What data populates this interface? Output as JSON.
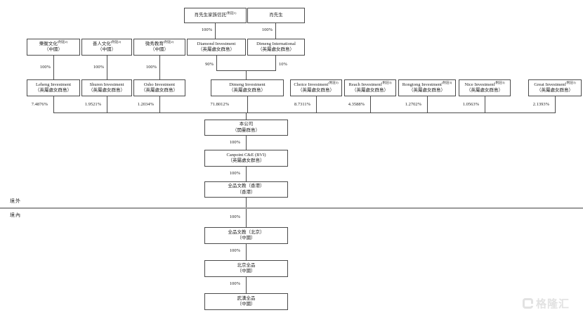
{
  "nodes": {
    "trust": {
      "l1": "肖先生家族信託",
      "sup": "(附註1)"
    },
    "mr_xiao": {
      "l1": "肖先生"
    },
    "leheng_wh": {
      "l1": "樂衡文化",
      "sup": "(附註2)",
      "l2": "（中國）"
    },
    "shanren_wh": {
      "l1": "善人文化",
      "sup": "(附註2)",
      "l2": "（中國）"
    },
    "weixiu": {
      "l1": "微秀教育",
      "sup": "(附註2)",
      "l2": "（中國）"
    },
    "diamond": {
      "l1": "Diamond Investment",
      "l2": "（英屬處女群島）"
    },
    "dimeng_intl": {
      "l1": "Dimeng International",
      "l2": "（英屬處女群島）"
    },
    "leheng_inv": {
      "l1": "Leheng Investment",
      "l2": "（英屬處女群島）"
    },
    "shuren_inv": {
      "l1": "Shuren Investment",
      "l2": "（英屬處女群島）"
    },
    "osho_inv": {
      "l1": "Osho Investment",
      "l2": "（英屬處女群島）"
    },
    "dimeng_inv": {
      "l1": "Dimeng Investment",
      "l2": "（英屬處女群島）"
    },
    "choice_inv": {
      "l1": "Choice Investment",
      "sup": "(附註3)",
      "l2": "（英屬處女群島）"
    },
    "reach_inv": {
      "l1": "Reach Investment",
      "sup": "(附註3)",
      "l2": "（英屬處女群島）"
    },
    "rongtong_inv": {
      "l1": "Rongtong Investment",
      "sup": "(附註3)",
      "l2": "（英屬處女群島）"
    },
    "nice_inv": {
      "l1": "Nice Investment",
      "sup": "(附註3)",
      "l2": "（英屬處女群島）"
    },
    "great_inv": {
      "l1": "Great Investment",
      "sup": "(附註3)",
      "l2": "（英屬處女群島）"
    },
    "company": {
      "l1": "本公司",
      "l2": "（開曼群島）"
    },
    "canpoint_bvi": {
      "l1": "Canpoint C&E (BVI)",
      "l2": "（英屬處女群島）"
    },
    "canpoint_hk": {
      "l1": "全品文教（香港）",
      "l2": "（香港）"
    },
    "canpoint_bj": {
      "l1": "全品文教（北京）",
      "l2": "（中國）"
    },
    "beijing_qp": {
      "l1": "北京全品",
      "l2": "（中國）"
    },
    "wuhan_qp": {
      "l1": "武漢全品",
      "l2": "（中國）"
    }
  },
  "edges": {
    "trust_diamond": "100%",
    "xiao_intl": "100%",
    "leheng_100": "100%",
    "shanren_100": "100%",
    "weixiu_100": "100%",
    "diamond_90": "90%",
    "intl_10": "10%",
    "p_leheng": "7.4876%",
    "p_shuren": "1.9521%",
    "p_osho": "1.2034%",
    "p_dimeng": "71.8012%",
    "p_choice": "8.7311%",
    "p_reach": "4.3588%",
    "p_rongtong": "1.2702%",
    "p_nice": "1.0563%",
    "p_great": "2.1393%",
    "company_bvi": "100%",
    "bvi_hk": "100%",
    "hk_bj": "100%",
    "bj_beijing": "100%",
    "beijing_wuhan": "100%"
  },
  "regions": {
    "offshore": "境外",
    "onshore": "境內"
  },
  "watermark": {
    "text": "格隆汇"
  }
}
